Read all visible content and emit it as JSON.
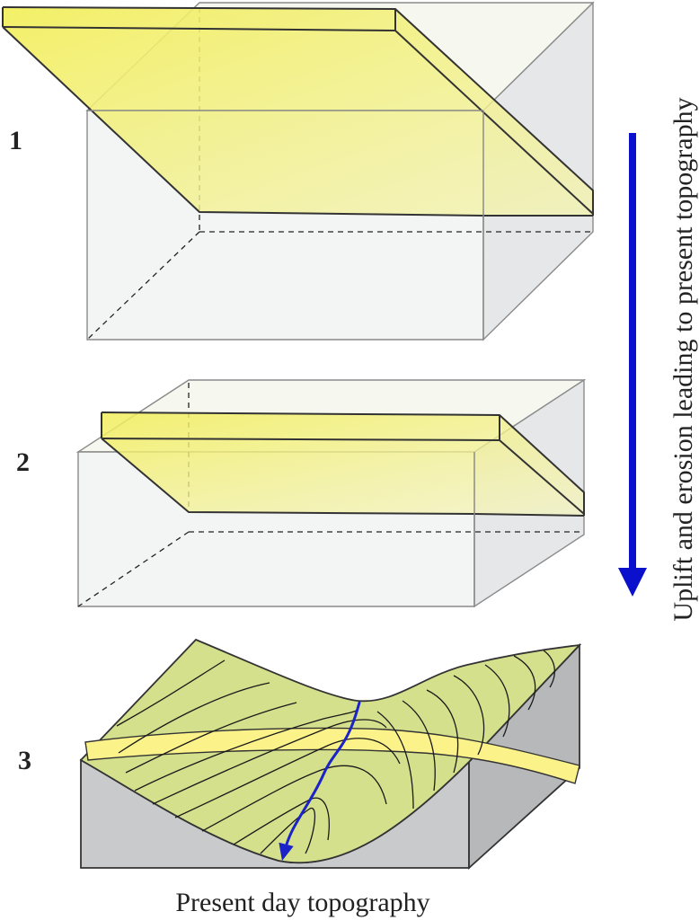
{
  "stages": [
    {
      "label": "1"
    },
    {
      "label": "2"
    },
    {
      "label": "3"
    }
  ],
  "process_arrow": {
    "label": "Uplift and erosion leading to present topography",
    "color": "#0a10cc"
  },
  "caption": "Present day topography",
  "colors": {
    "layer_yellow": "#f2f06a",
    "layer_yellow_light": "#f4f4a8",
    "box_fill": "#f2f3f3",
    "terrain_green": "#d4e08c",
    "bedrock_gray": "#c9cacc",
    "stream_blue": "#1a22c8",
    "outcrop_yellow": "#fbf28a"
  }
}
